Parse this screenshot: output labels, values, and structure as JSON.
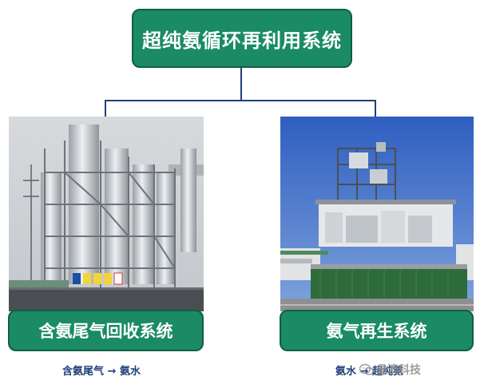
{
  "title": "超纯氨循环再利用系统",
  "left": {
    "label": "含氨尾气回收系统",
    "caption_from": "含氨尾气",
    "caption_arrow": "→",
    "caption_to": "氨水"
  },
  "right": {
    "label": "氨气再生系统",
    "caption_from": "氨水",
    "caption_arrow": "→",
    "caption_to": "超纯氨"
  },
  "watermark": "晶澳科技",
  "colors": {
    "box_fill": "#1a8b64",
    "box_border": "#0f5f43",
    "connector": "#1f3f7a",
    "caption": "#1f3f7a"
  }
}
